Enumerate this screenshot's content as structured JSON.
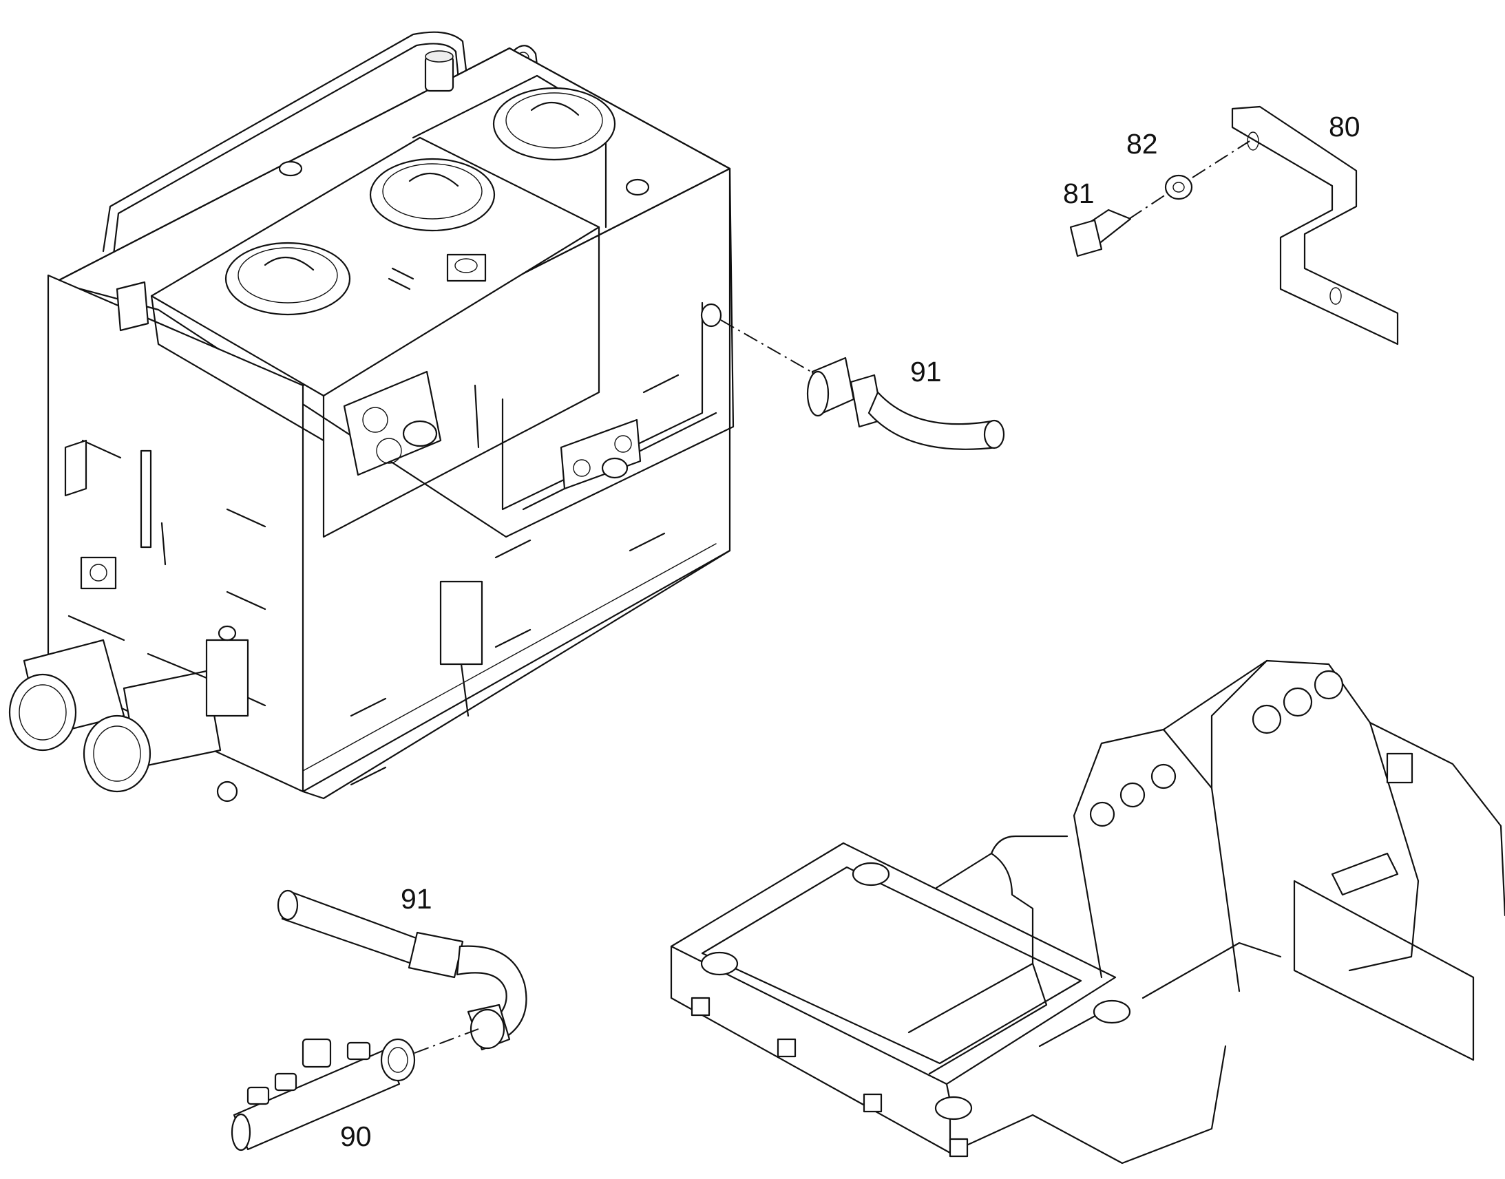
{
  "diagram": {
    "callouts": {
      "hose_upper": "91",
      "hose_lower": "91",
      "manifold": "90",
      "bracket": "80",
      "bolt": "81",
      "washer": "82"
    }
  }
}
